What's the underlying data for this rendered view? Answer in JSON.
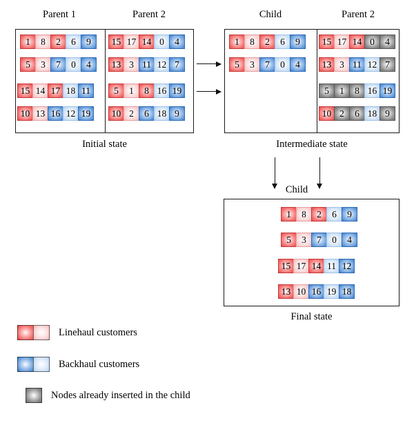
{
  "figure": {
    "panels": {
      "initial": {
        "caption": "Initial state",
        "left_title": "Parent 1",
        "right_title": "Parent 2",
        "parent1_rows": [
          [
            {
              "v": "1",
              "t": "red"
            },
            {
              "v": "8",
              "t": "lred"
            },
            {
              "v": "2",
              "t": "red"
            },
            {
              "v": "6",
              "t": "lblue"
            },
            {
              "v": "9",
              "t": "blue"
            }
          ],
          [
            {
              "v": "5",
              "t": "red"
            },
            {
              "v": "3",
              "t": "lred"
            },
            {
              "v": "7",
              "t": "blue"
            },
            {
              "v": "0",
              "t": "lblue"
            },
            {
              "v": "4",
              "t": "blue"
            }
          ],
          [
            {
              "v": "15",
              "t": "red"
            },
            {
              "v": "14",
              "t": "lred"
            },
            {
              "v": "17",
              "t": "red"
            },
            {
              "v": "18",
              "t": "lblue"
            },
            {
              "v": "11",
              "t": "blue"
            }
          ],
          [
            {
              "v": "10",
              "t": "red"
            },
            {
              "v": "13",
              "t": "lred"
            },
            {
              "v": "16",
              "t": "blue"
            },
            {
              "v": "12",
              "t": "lblue"
            },
            {
              "v": "19",
              "t": "blue"
            }
          ]
        ],
        "parent2_rows": [
          [
            {
              "v": "15",
              "t": "red"
            },
            {
              "v": "17",
              "t": "lred"
            },
            {
              "v": "14",
              "t": "red"
            },
            {
              "v": "0",
              "t": "lblue"
            },
            {
              "v": "4",
              "t": "blue"
            }
          ],
          [
            {
              "v": "13",
              "t": "red"
            },
            {
              "v": "3",
              "t": "lred"
            },
            {
              "v": "11",
              "t": "blue"
            },
            {
              "v": "12",
              "t": "lblue"
            },
            {
              "v": "7",
              "t": "blue"
            }
          ],
          [
            {
              "v": "5",
              "t": "red"
            },
            {
              "v": "1",
              "t": "lred"
            },
            {
              "v": "8",
              "t": "red"
            },
            {
              "v": "16",
              "t": "lblue"
            },
            {
              "v": "19",
              "t": "blue"
            }
          ],
          [
            {
              "v": "10",
              "t": "red"
            },
            {
              "v": "2",
              "t": "lred"
            },
            {
              "v": "6",
              "t": "blue"
            },
            {
              "v": "18",
              "t": "lblue"
            },
            {
              "v": "9",
              "t": "blue"
            }
          ]
        ]
      },
      "intermediate": {
        "caption": "Intermediate state",
        "left_title": "Child",
        "right_title": "Parent 2",
        "child_rows": [
          [
            {
              "v": "1",
              "t": "red"
            },
            {
              "v": "8",
              "t": "lred"
            },
            {
              "v": "2",
              "t": "red"
            },
            {
              "v": "6",
              "t": "lblue"
            },
            {
              "v": "9",
              "t": "blue"
            }
          ],
          [
            {
              "v": "5",
              "t": "red"
            },
            {
              "v": "3",
              "t": "lred"
            },
            {
              "v": "7",
              "t": "blue"
            },
            {
              "v": "0",
              "t": "lblue"
            },
            {
              "v": "4",
              "t": "blue"
            }
          ]
        ],
        "parent2_rows": [
          [
            {
              "v": "15",
              "t": "red"
            },
            {
              "v": "17",
              "t": "lred"
            },
            {
              "v": "14",
              "t": "red"
            },
            {
              "v": "0",
              "t": "gray"
            },
            {
              "v": "4",
              "t": "gray"
            }
          ],
          [
            {
              "v": "13",
              "t": "red"
            },
            {
              "v": "3",
              "t": "lred"
            },
            {
              "v": "11",
              "t": "blue"
            },
            {
              "v": "12",
              "t": "lblue"
            },
            {
              "v": "7",
              "t": "gray"
            }
          ],
          [
            {
              "v": "5",
              "t": "gray"
            },
            {
              "v": "1",
              "t": "gray"
            },
            {
              "v": "8",
              "t": "gray"
            },
            {
              "v": "16",
              "t": "lblue"
            },
            {
              "v": "19",
              "t": "blue"
            }
          ],
          [
            {
              "v": "10",
              "t": "red"
            },
            {
              "v": "2",
              "t": "gray"
            },
            {
              "v": "6",
              "t": "gray"
            },
            {
              "v": "18",
              "t": "lblue"
            },
            {
              "v": "9",
              "t": "gray"
            }
          ]
        ]
      },
      "final": {
        "caption": "Final state",
        "title": "Child",
        "child_rows": [
          [
            {
              "v": "1",
              "t": "red"
            },
            {
              "v": "8",
              "t": "lred"
            },
            {
              "v": "2",
              "t": "red"
            },
            {
              "v": "6",
              "t": "lblue"
            },
            {
              "v": "9",
              "t": "blue"
            }
          ],
          [
            {
              "v": "5",
              "t": "red"
            },
            {
              "v": "3",
              "t": "lred"
            },
            {
              "v": "7",
              "t": "blue"
            },
            {
              "v": "0",
              "t": "lblue"
            },
            {
              "v": "4",
              "t": "blue"
            }
          ],
          [
            {
              "v": "15",
              "t": "red"
            },
            {
              "v": "17",
              "t": "lred"
            },
            {
              "v": "14",
              "t": "red"
            },
            {
              "v": "11",
              "t": "lblue"
            },
            {
              "v": "12",
              "t": "blue"
            }
          ],
          [
            {
              "v": "13",
              "t": "red"
            },
            {
              "v": "10",
              "t": "lred"
            },
            {
              "v": "16",
              "t": "blue"
            },
            {
              "v": "19",
              "t": "lblue"
            },
            {
              "v": "18",
              "t": "blue"
            }
          ]
        ]
      }
    },
    "legend": [
      {
        "label": "Linehaul customers",
        "swatches": [
          "red",
          "lred"
        ]
      },
      {
        "label": "Backhaul customers",
        "swatches": [
          "blue",
          "lblue"
        ]
      },
      {
        "label": "Nodes already inserted in the child",
        "swatches": [
          "gray"
        ]
      }
    ],
    "colors": {
      "linehaul_dark": "#ea4b4d",
      "linehaul_light": "#f5b9bb",
      "backhaul_dark": "#3d7cc9",
      "backhaul_light": "#b4d0ef",
      "inserted_gray": "#6e6e6e",
      "outline": "#1a1a1a"
    }
  }
}
